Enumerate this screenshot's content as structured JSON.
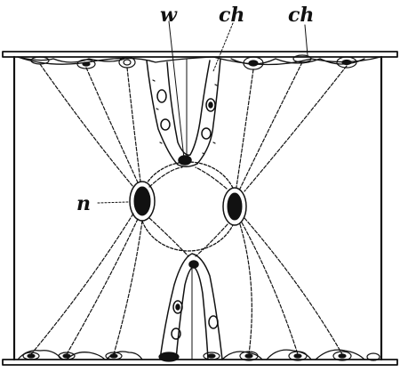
{
  "labels": {
    "w": "w",
    "ch_left": "ch",
    "ch_right": "ch",
    "n": "n"
  },
  "colors": {
    "ink": "#111111",
    "background": "#ffffff"
  }
}
